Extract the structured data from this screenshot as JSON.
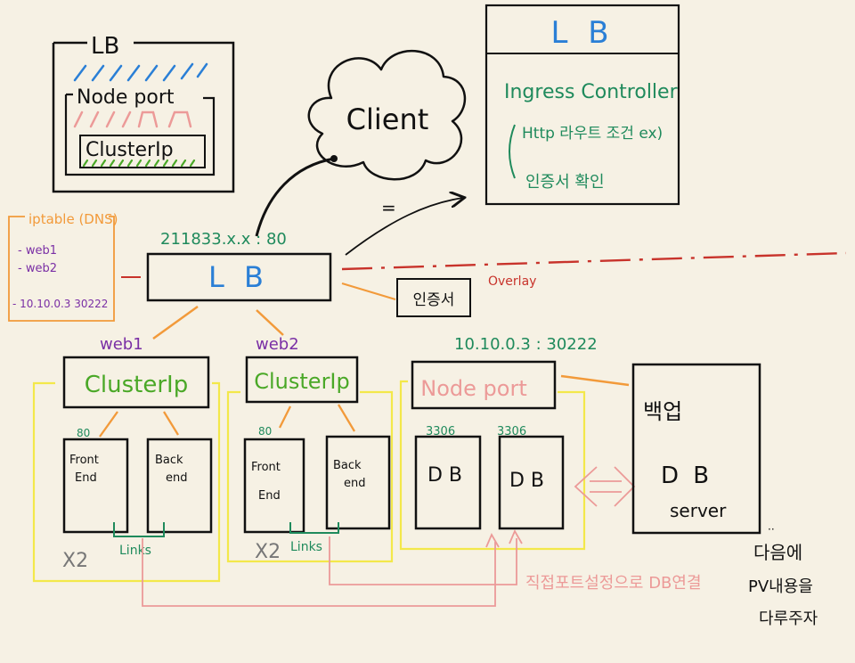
{
  "colors": {
    "background": "#f6f1e4",
    "ink": "#111111",
    "blue": "#2a7fd6",
    "green": "#4aa827",
    "teal": "#1f8a5c",
    "pink": "#ec9a98",
    "orange": "#f29a3a",
    "yellow": "#f3e84a",
    "purple": "#7a2fa5",
    "red": "#c8332b"
  },
  "legend_box": {
    "lb": "LB",
    "node_port": "Node port",
    "cluster_ip": "ClusterIp"
  },
  "ingress_box": {
    "title": "L B",
    "line1": "Ingress Controller",
    "line2": "Http 라우트 조건 ex)",
    "line3": "인증서 확인"
  },
  "client": {
    "label": "Client"
  },
  "equals_sign": "=",
  "iptable": {
    "title": "iptable (DNS)",
    "items": [
      "- web1",
      "- web2",
      "- 10.10.0.3 30222"
    ]
  },
  "main_lb": {
    "address": "211833.x.x : 80",
    "label": "L B"
  },
  "overlay_label": "Overlay",
  "cert_label": "인증서",
  "web1": {
    "tag": "web1",
    "cluster_ip": "ClusterIp",
    "port": "80",
    "frontend": [
      "Front",
      "End"
    ],
    "backend": [
      "Back",
      "end"
    ],
    "replicas": "X2",
    "links": "Links"
  },
  "web2": {
    "tag": "web2",
    "cluster_ip": "ClusterIp",
    "port": "80",
    "frontend": [
      "Front",
      "End"
    ],
    "backend": [
      "Back",
      "end"
    ],
    "replicas": "X2",
    "links": "Links"
  },
  "db_group": {
    "address": "10.10.0.3 : 30222",
    "node_port": "Node port",
    "port1": "3306",
    "port2": "3306",
    "db1": "D B",
    "db2": "D B"
  },
  "backup": {
    "title": "백업",
    "db": "D B",
    "server": "server"
  },
  "direct_connection_note": "직접포트설정으로 DB연결",
  "pv_note": [
    "다음에",
    "PV내용을",
    "다루주자"
  ]
}
